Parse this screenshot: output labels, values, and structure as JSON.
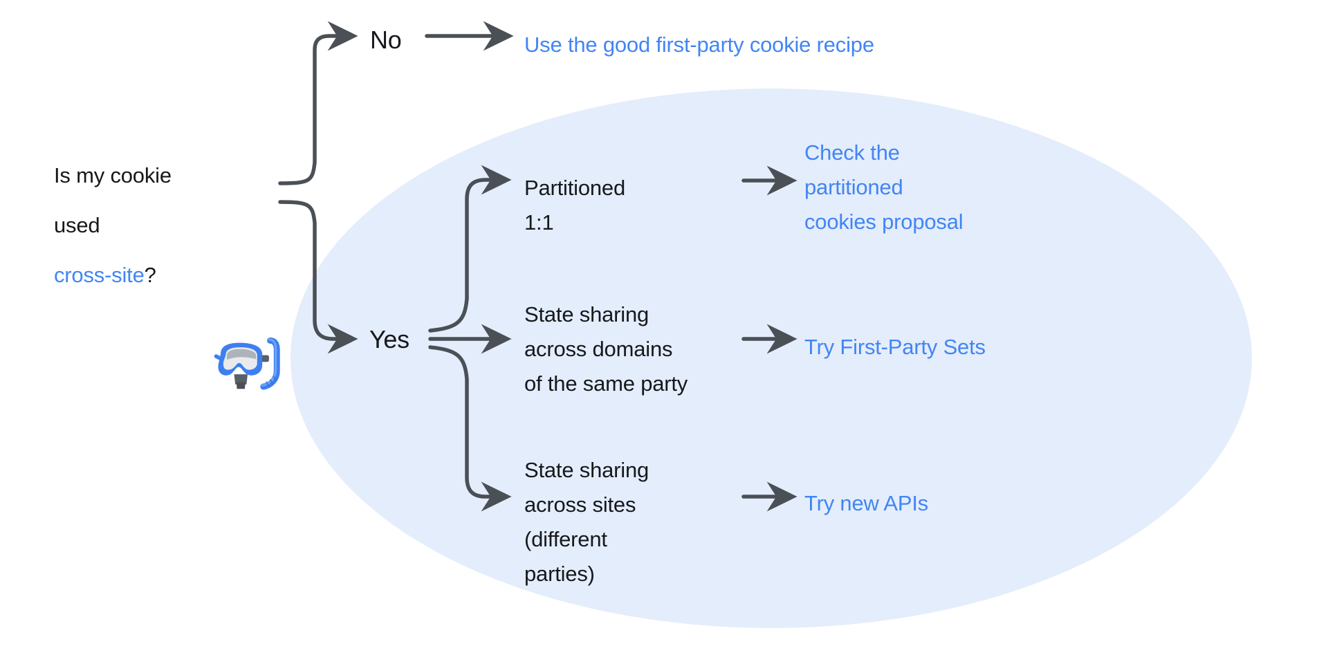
{
  "diagram": {
    "title_question": {
      "line1": "Is my cookie",
      "line2": "used ",
      "highlight": "cross-site",
      "suffix": "?"
    },
    "decision_labels": {
      "no": "No",
      "yes": "Yes"
    },
    "emoji": {
      "diving_mask": "diving-mask"
    },
    "colors": {
      "link_blue": "#4285F4",
      "text_dark": "#16181C",
      "arrow_gray": "#4A5056",
      "ellipse_fill": "#E4EDFB",
      "page_background": "#FFFFFF"
    },
    "branches": [
      {
        "answer": "No",
        "condition": "",
        "outcome": "Use the good first-party cookie recipe"
      },
      {
        "answer": "Yes",
        "condition": "Partitioned\n1:1",
        "outcome": "Check the\npartitioned\ncookies proposal"
      },
      {
        "answer": "Yes",
        "condition": "State sharing\nacross domains\nof the same party",
        "outcome": "Try First-Party Sets"
      },
      {
        "answer": "Yes",
        "condition": "State sharing\nacross sites\n(different\nparties)",
        "outcome": "Try new APIs"
      }
    ]
  }
}
